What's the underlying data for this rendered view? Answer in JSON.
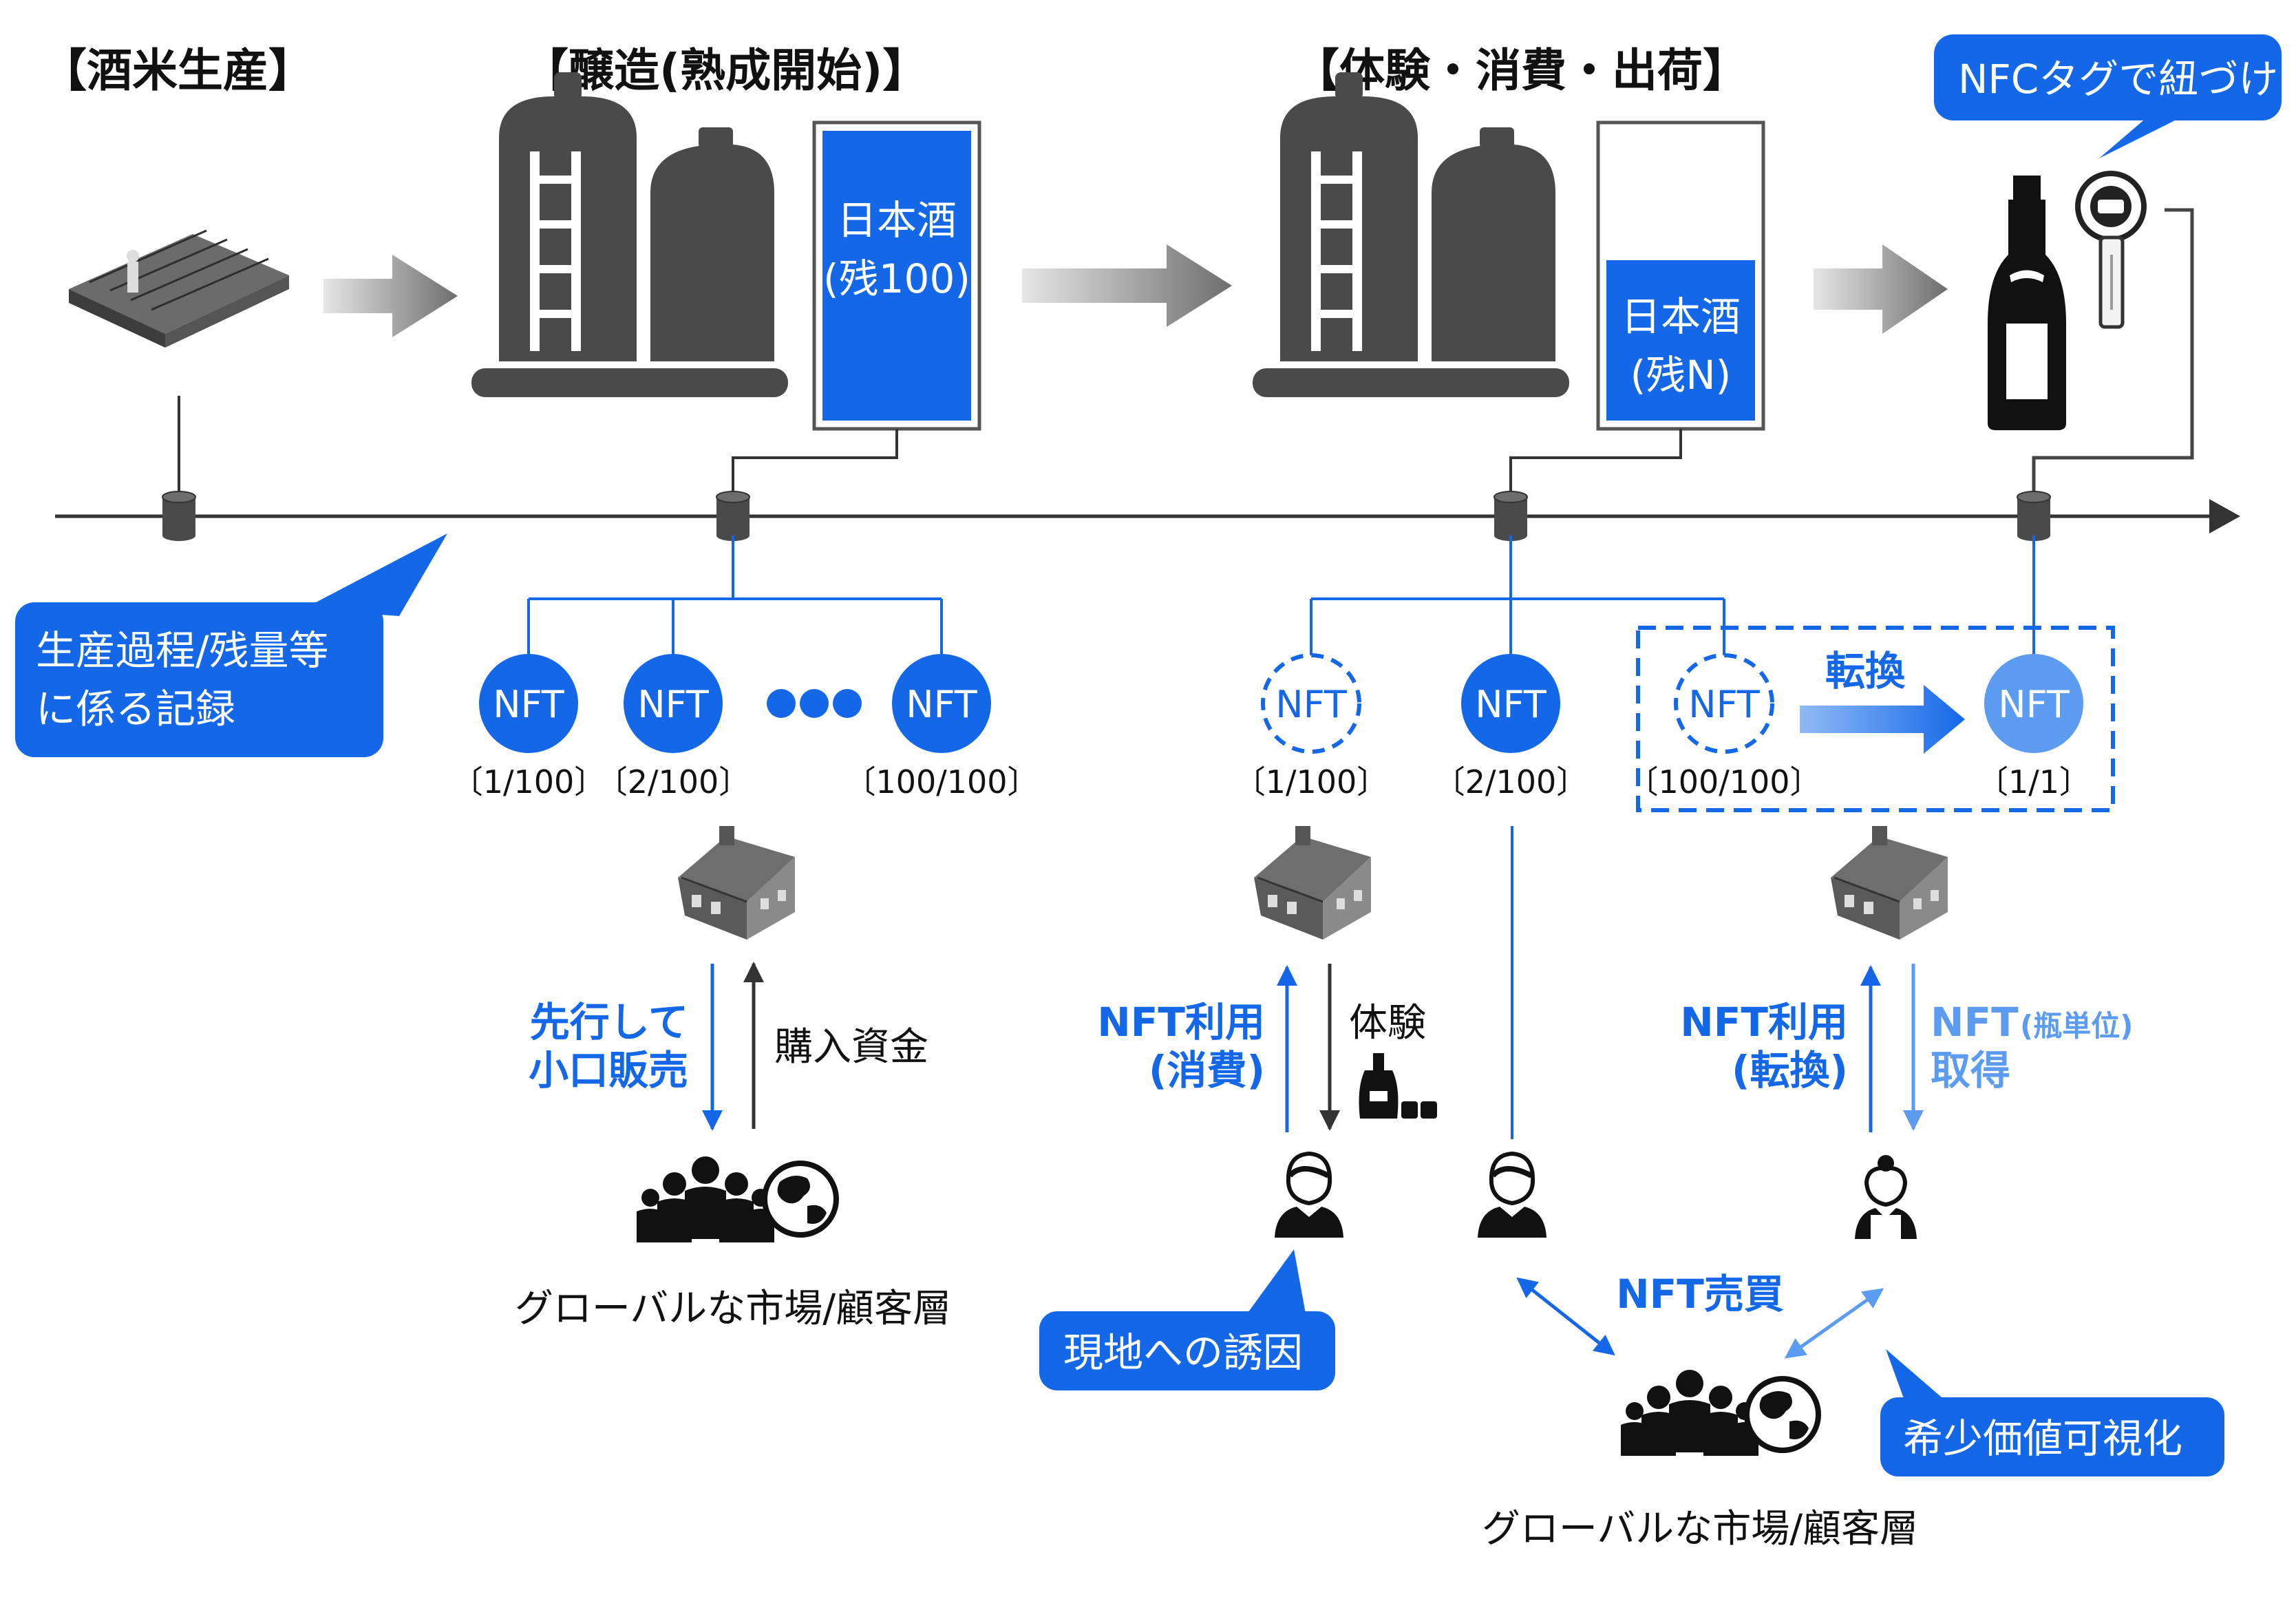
{
  "stages": {
    "rice": "【酒米生産】",
    "brewing": "【醸造(熟成開始)】",
    "experience": "【体験・消費・出荷】"
  },
  "tanks": {
    "full": {
      "label": "日本酒",
      "remaining": "(残100)"
    },
    "partial": {
      "label": "日本酒",
      "remaining": "(残N)"
    }
  },
  "callouts": {
    "nfc": "NFCタグで紐づけ",
    "record_line1": "生産過程/残量等",
    "record_line2": "に係る記録",
    "local": "現地への誘因",
    "rarity": "希少価値可視化"
  },
  "nft_label": "NFT",
  "nfts": {
    "group1": [
      "〔1/100〕",
      "〔2/100〕",
      "〔100/100〕"
    ],
    "group2": [
      "〔1/100〕",
      "〔2/100〕",
      "〔100/100〕"
    ],
    "converted": "〔1/1〕",
    "convert_label": "転換"
  },
  "flows": {
    "advance_sale_line1": "先行して",
    "advance_sale_line2": "小口販売",
    "funds": "購入資金",
    "use_consume_line1": "NFT利用",
    "use_consume_line2": "(消費)",
    "experience": "体験",
    "use_convert_line1": "NFT利用",
    "use_convert_line2": "(転換)",
    "acquire_prefix": "NFT",
    "acquire_small": "(瓶単位)",
    "acquire_line2": "取得",
    "trade": "NFT売買"
  },
  "markets": {
    "left": "グローバルな市場/顧客層",
    "bottom": "グローバルな市場/顧客層"
  },
  "colors": {
    "blue": "#1468e8",
    "light_blue": "#5b9bf0",
    "dark_gray": "#4a4a4a"
  },
  "icons": [
    "farm-field-icon",
    "storage-tanks-icon",
    "sake-bottle-icon",
    "nfc-tag-icon",
    "database-icon",
    "brewery-house-icon",
    "crowd-icon",
    "globe-icon",
    "person-icon",
    "sake-set-icon"
  ]
}
